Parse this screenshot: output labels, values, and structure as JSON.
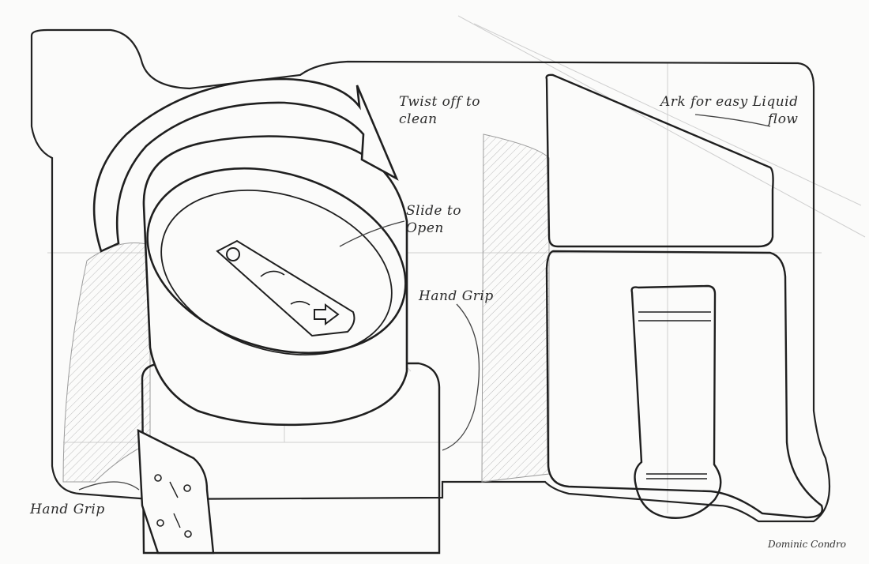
{
  "annotations": {
    "twist": {
      "line1": "Twist off to",
      "line2": "clean"
    },
    "ark": {
      "line1": "Ark for easy Liquid",
      "line2": "flow"
    },
    "slide": {
      "line1": "Slide to",
      "line2": "Open"
    },
    "grip_right": "Hand Grip",
    "grip_left": "Hand Grip"
  },
  "signature": "Dominic Condro",
  "colors": {
    "paper": "#fbfbfa",
    "ink": "#222222",
    "hatch": "#b9b9b9"
  }
}
